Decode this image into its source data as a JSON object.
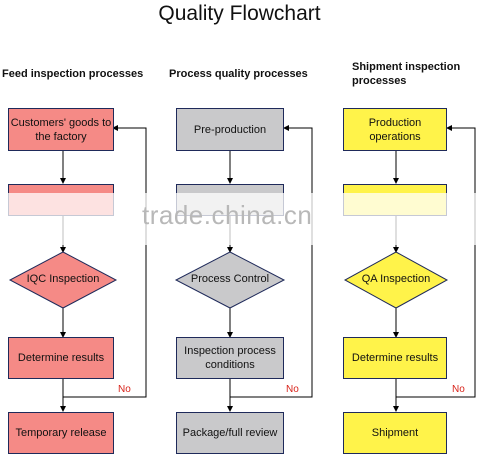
{
  "title": "Quality Flowchart",
  "columns": [
    {
      "heading": "Feed inspection processes",
      "box1": "Customers' goods to the factory",
      "box2": "",
      "diamond": "IQC Inspection",
      "box3": "Determine results",
      "no_label": "No",
      "box4": "Temporary release"
    },
    {
      "heading": "Process quality processes",
      "box1": "Pre-production",
      "box2": "",
      "diamond": "Process Control",
      "box3": "Inspection process conditions",
      "no_label": "No",
      "box4": "Package/full review"
    },
    {
      "heading": "Shipment inspection processes",
      "box1": "Production operations",
      "box2": "",
      "diamond": "QA Inspection",
      "box3": "Determine results",
      "no_label": "No",
      "box4": "Shipment"
    }
  ],
  "watermark": "trade.china.cn",
  "colors": {
    "red": "#f58a86",
    "grey": "#c9c9cb",
    "yellow": "#fff34a",
    "border": "#1f2a5a",
    "no_label": "#d8231a"
  }
}
